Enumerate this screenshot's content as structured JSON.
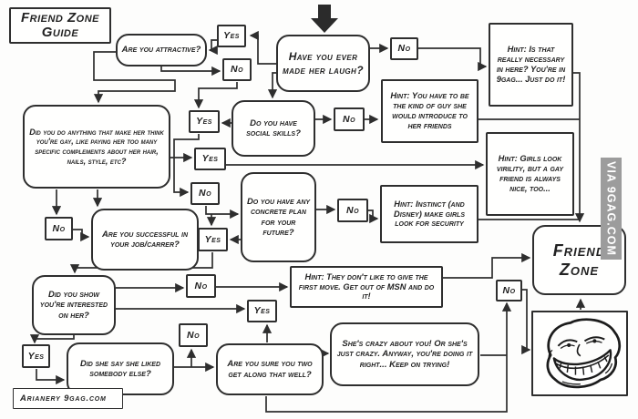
{
  "title": "Friend Zone Guide",
  "nodes": {
    "attractive": "Are you attractive?",
    "laugh": "Have you ever made her laugh?",
    "social": "Do you have social skills?",
    "gay": "Did you do anything that make her think you're gay, like paying her too many specific complements about her hair, nails, style, etc?",
    "concrete": "Do you have any concrete plan for your future?",
    "job": "Are you successful in your job/carrer?",
    "interested": "Did you show you're interested on her?",
    "didshe": "Did she say she liked somebody else?",
    "aresure": "Are you sure you two get along that well?",
    "crazy": "She's crazy about you! Or she's just crazy. Anyway, you're doing it right... Keep on trying!",
    "friendzone": "Friend Zone",
    "hint_9gag": "Hint: Is that really necessary in here? You're in 9gag... Just do it!",
    "hint_kind": "Hint: You have to be the kind of guy she would introduce to her friends",
    "hint_virility": "Hint: Girls look virility, but a gay friend is always nice, too...",
    "hint_security": "Hint: Instinct (and Disney) make girls look for security",
    "hint_msn": "Hint: They don't like to give the first move. Get out of MSN and do it!"
  },
  "labels": {
    "yes": "Yes",
    "no": "No"
  },
  "credit": "Arianery 9gag.com",
  "watermark": "VIA 9GAG.COM",
  "colors": {
    "ink": "#2e2e2e",
    "banner_bg": "#9c9c9c",
    "banner_text": "#ffffff",
    "bg": "#fdfdfc"
  }
}
